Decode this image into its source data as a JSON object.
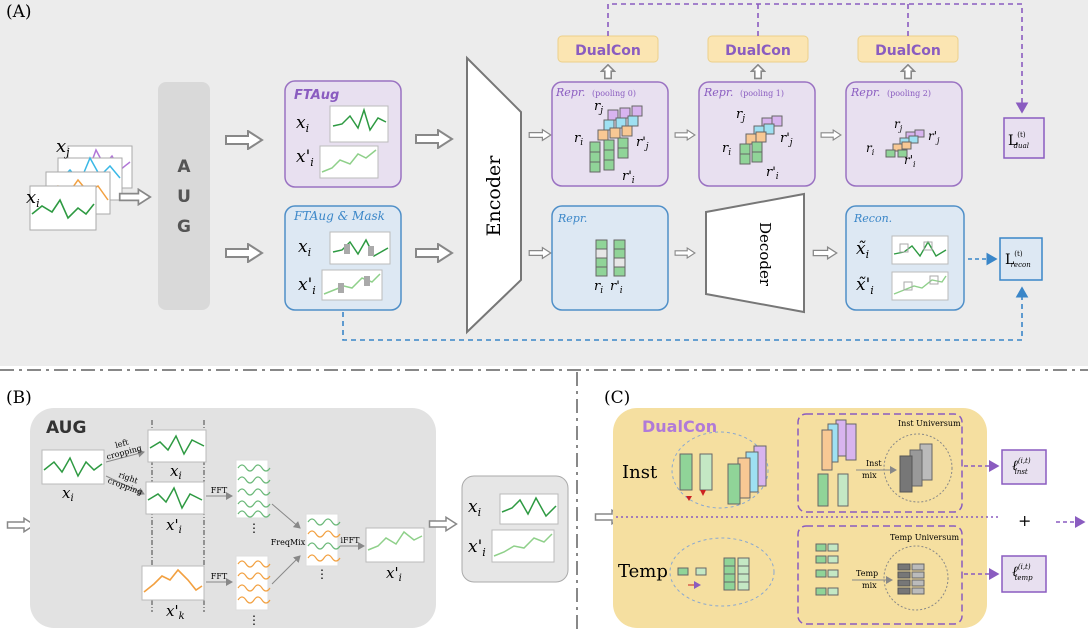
{
  "panels": {
    "a": "(A)",
    "b": "(B)",
    "c": "(C)"
  },
  "aug_block": {
    "letters": [
      "A",
      "U",
      "G"
    ]
  },
  "inputs": {
    "xj": "x",
    "xj_sub": "j",
    "xi": "x",
    "xi_sub": "i"
  },
  "ftaug": {
    "title": "FTAug",
    "x": "x",
    "x_sub": "i",
    "xp": "x'",
    "xp_sub": "i"
  },
  "ftaug_mask": {
    "title": "FTAug & Mask",
    "x": "x",
    "x_sub": "i",
    "xp": "x'",
    "xp_sub": "i"
  },
  "encoder": "Encoder",
  "decoder": "Decoder",
  "dualcon": "DualCon",
  "repr": [
    {
      "title": "Repr.",
      "note": "(pooling 0)"
    },
    {
      "title": "Repr.",
      "note": "(pooling 1)"
    },
    {
      "title": "Repr.",
      "note": "(pooling 2)"
    }
  ],
  "repr_labels": {
    "rj": "r",
    "rj_sub": "j",
    "ri": "r",
    "ri_sub": "i",
    "rpj": "r'",
    "rpj_sub": "j",
    "rpi": "r'",
    "rpi_sub": "i"
  },
  "repr_bottom": {
    "title": "Repr.",
    "ri": "r",
    "ri_sub": "i",
    "rpi": "r'",
    "rpi_sub": "i"
  },
  "recon": {
    "title": "Recon.",
    "x": "x̃",
    "x_sub": "i",
    "xp": "x̃'",
    "xp_sub": "i"
  },
  "loss_dual": {
    "L": "L",
    "sup": "(t)",
    "sub": "dual"
  },
  "loss_recon": {
    "L": "L",
    "sup": "(t)",
    "sub": "recon"
  },
  "panel_b": {
    "title": "AUG",
    "x": "x",
    "x_sub": "i",
    "left_cropping": [
      "left",
      "cropping"
    ],
    "right_cropping": [
      "right",
      "cropping"
    ],
    "crop1": "x",
    "crop1_sub": "i",
    "crop2": "x'",
    "crop2_sub": "i",
    "xk": "x'",
    "xk_sub": "k",
    "fft": "FFT",
    "freqmix": "FreqMix",
    "ifft": "iFFT",
    "out": "x'",
    "out_sub": "i",
    "dots": "⋮",
    "result_x": "x",
    "result_x_sub": "i",
    "result_xp": "x'",
    "result_xp_sub": "i"
  },
  "panel_c": {
    "title": "DualCon",
    "inst": "Inst",
    "temp": "Temp",
    "inst_universum": "Inst Universum",
    "temp_universum": "Temp Universum",
    "inst_mix": [
      "Inst",
      "mix"
    ],
    "temp_mix": [
      "Temp",
      "mix"
    ],
    "plus": "+",
    "l_inst": "ℓ",
    "l_inst_sup": "(i,t)",
    "l_inst_sub": "inst",
    "l_temp": "ℓ",
    "l_temp_sup": "(i,t)",
    "l_temp_sub": "temp"
  },
  "colors": {
    "purple": "#9a72c2",
    "blue": "#4f8fc8",
    "green": "#6ab878",
    "orange": "#efa24a",
    "cyan": "#6ec9e6",
    "violet": "#b08ad8",
    "dualcon_bg": "#fbe5b2",
    "gold_bg": "#f5dfa0",
    "panel_bg": "#ededed",
    "aug_block": "#dcdcdc"
  }
}
